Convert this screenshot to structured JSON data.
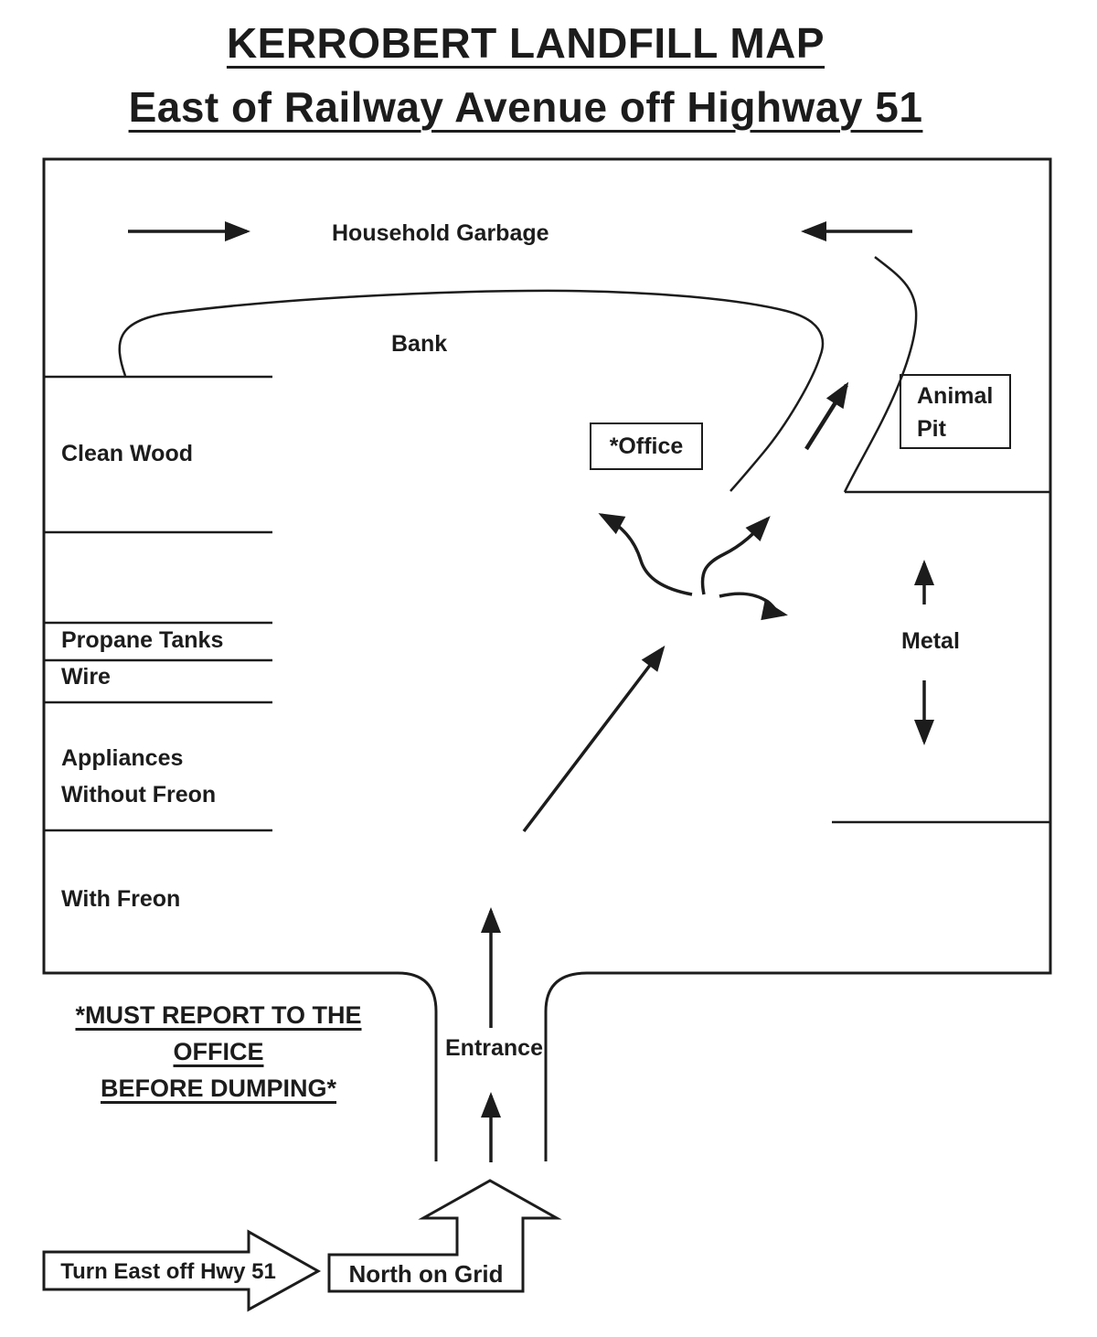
{
  "page": {
    "title": "KERROBERT LANDFILL MAP",
    "subtitle": "East of Railway Avenue off Highway 51"
  },
  "colors": {
    "ink": "#1c1c1c",
    "paper": "#ffffff"
  },
  "zones": {
    "household_garbage": "Household Garbage",
    "bank": "Bank",
    "clean_wood": "Clean Wood",
    "propane_tanks": "Propane Tanks",
    "wire": "Wire",
    "appliances": "Appliances",
    "appliances_sub": "Without Freon",
    "with_freon": "With Freon",
    "metal": "Metal",
    "office": "*Office",
    "animal_pit_line1": "Animal",
    "animal_pit_line2": "Pit",
    "entrance": "Entrance"
  },
  "notice": {
    "line1": "*MUST REPORT TO THE OFFICE",
    "line2": "BEFORE DUMPING*"
  },
  "directions": {
    "north_on_grid": "North on Grid",
    "turn_east_off_hwy": "Turn East off Hwy 51"
  }
}
